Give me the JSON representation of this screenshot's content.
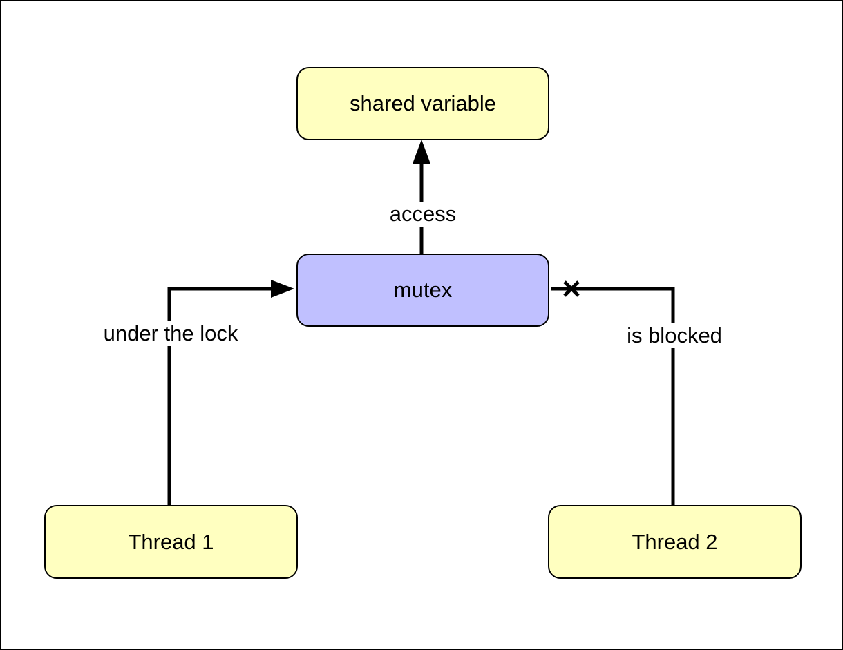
{
  "colors": {
    "thread_fill": "#ffffc0",
    "shared_fill": "#ffffc0",
    "mutex_fill": "#c0c0ff",
    "stroke": "#000000",
    "background": "#ffffff"
  },
  "nodes": {
    "shared_variable": "shared variable",
    "mutex": "mutex",
    "thread1": "Thread 1",
    "thread2": "Thread 2"
  },
  "edges": {
    "access": "access",
    "under_lock": "under the lock",
    "blocked": "is blocked"
  },
  "icons": {
    "arrowhead": "filled-triangle-arrow-icon",
    "blocked_marker": "x-cross-icon"
  }
}
